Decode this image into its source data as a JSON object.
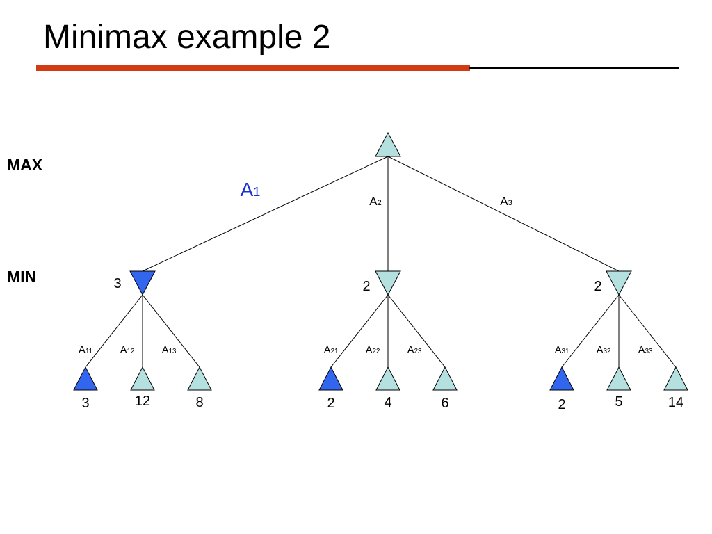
{
  "title": "Minimax example 2",
  "colors": {
    "rule_left": "#d23c14",
    "rule_right": "#000000",
    "node_default": "#b5e0e0",
    "node_highlight": "#3366ee",
    "line": "#000000",
    "emphasis_text": "#1a2fd6"
  },
  "levels": {
    "max": "MAX",
    "min": "MIN"
  },
  "tree": {
    "root": {
      "type": "max",
      "highlight": false
    },
    "branches": [
      {
        "action": {
          "letter": "A",
          "index": "1"
        },
        "emphasized": true,
        "value": "3",
        "highlight": true,
        "leaves": [
          {
            "action": {
              "letter": "A",
              "index": "11"
            },
            "value": "3",
            "highlight": true
          },
          {
            "action": {
              "letter": "A",
              "index": "12"
            },
            "value": "12",
            "highlight": false
          },
          {
            "action": {
              "letter": "A",
              "index": "13"
            },
            "value": "8",
            "highlight": false
          }
        ]
      },
      {
        "action": {
          "letter": "A",
          "index": "2"
        },
        "emphasized": false,
        "value": "2",
        "highlight": false,
        "leaves": [
          {
            "action": {
              "letter": "A",
              "index": "21"
            },
            "value": "2",
            "highlight": true
          },
          {
            "action": {
              "letter": "A",
              "index": "22"
            },
            "value": "4",
            "highlight": false
          },
          {
            "action": {
              "letter": "A",
              "index": "23"
            },
            "value": "6",
            "highlight": false
          }
        ]
      },
      {
        "action": {
          "letter": "A",
          "index": "3"
        },
        "emphasized": false,
        "value": "2",
        "highlight": false,
        "leaves": [
          {
            "action": {
              "letter": "A",
              "index": "31"
            },
            "value": "2",
            "highlight": true
          },
          {
            "action": {
              "letter": "A",
              "index": "32"
            },
            "value": "5",
            "highlight": false
          },
          {
            "action": {
              "letter": "A",
              "index": "33"
            },
            "value": "14",
            "highlight": false
          }
        ]
      }
    ]
  }
}
